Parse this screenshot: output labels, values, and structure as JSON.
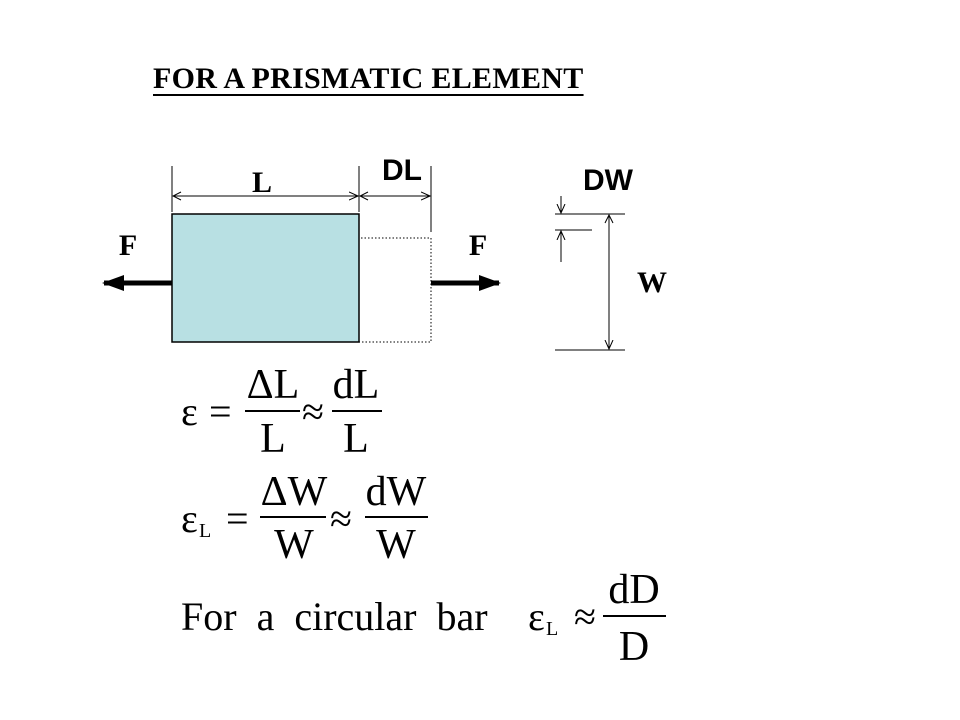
{
  "title": "FOR A PRISMATIC ELEMENT",
  "diagram": {
    "label_length": "L",
    "label_delta_length": "DL",
    "label_force_left": "F",
    "label_force_right": "F",
    "label_delta_width": "DW",
    "label_width": "W",
    "bar_fill_color": "#b8e0e3"
  },
  "equations": {
    "eq1": {
      "lhs": "ε",
      "frac1_num": "ΔL",
      "frac1_den": "L",
      "frac2_num": "dL",
      "frac2_den": "L"
    },
    "eq2": {
      "lhs": "ε",
      "lhs_sub": "L",
      "frac1_num": "ΔW",
      "frac1_den": "W",
      "frac2_num": "dW",
      "frac2_den": "W"
    },
    "eq3": {
      "prefix": "For  a  circular  bar",
      "lhs": "ε",
      "lhs_sub": "L",
      "frac_num": "dD",
      "frac_den": "D"
    },
    "equals_symbol": "=",
    "approx_symbol": "≈"
  }
}
